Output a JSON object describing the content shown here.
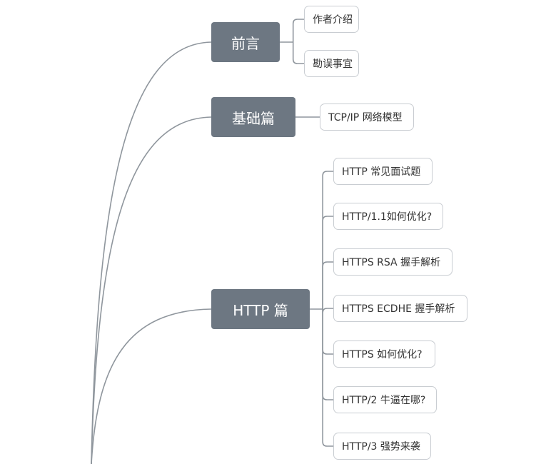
{
  "mindmap": {
    "colors": {
      "category_fill": "#6d7782",
      "category_text": "#ffffff",
      "leaf_border": "#c9cdd2",
      "leaf_text": "#333333",
      "line": "#8f969d"
    },
    "categories": [
      {
        "label": "前言",
        "children": [
          "作者介绍",
          "勘误事宜"
        ]
      },
      {
        "label": "基础篇",
        "children": [
          "TCP/IP 网络模型"
        ]
      },
      {
        "label": "HTTP 篇",
        "children": [
          "HTTP 常见面试题",
          "HTTP/1.1如何优化?",
          "HTTPS RSA 握手解析",
          "HTTPS ECDHE 握手解析",
          "HTTPS 如何优化?",
          "HTTP/2 牛逼在哪?",
          "HTTP/3 强势来袭"
        ]
      }
    ]
  }
}
